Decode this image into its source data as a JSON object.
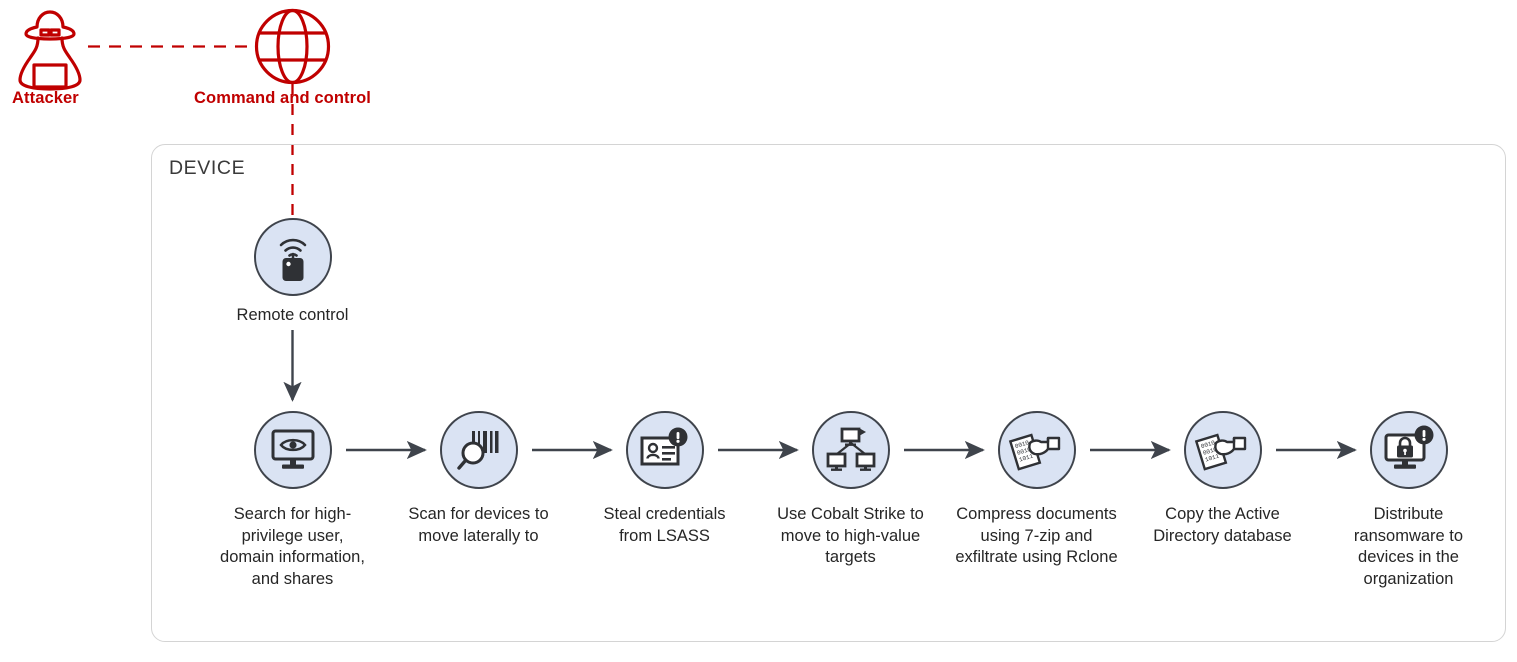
{
  "diagram": {
    "title_external": "",
    "container": {
      "label": "DEVICE"
    },
    "external_nodes": [
      {
        "id": "attacker",
        "label": "Attacker",
        "icon": "attacker-hooded-figure-icon",
        "color": "#c00000"
      },
      {
        "id": "command-and-control",
        "label": "Command and control",
        "icon": "globe-icon",
        "color": "#c00000"
      }
    ],
    "entry_node": {
      "id": "remote-control",
      "label": "Remote control",
      "icon": "remote-control-wifi-icon"
    },
    "steps": [
      {
        "id": "search-high-privilege",
        "label": "Search for high-privilege user, domain information, and shares",
        "icon": "monitor-eye-icon"
      },
      {
        "id": "scan-devices",
        "label": "Scan for devices to move laterally to",
        "icon": "magnifier-barcode-icon"
      },
      {
        "id": "steal-credentials",
        "label": "Steal credentials from LSASS",
        "icon": "id-card-alert-icon"
      },
      {
        "id": "cobalt-strike",
        "label": "Use Cobalt Strike to move to high-value targets",
        "icon": "network-monitors-icon"
      },
      {
        "id": "compress-exfiltrate",
        "label": "Compress documents using 7-zip and exfiltrate using Rclone",
        "icon": "hand-grabbing-documents-icon"
      },
      {
        "id": "copy-active-directory",
        "label": "Copy the Active Directory database",
        "icon": "hand-grabbing-documents-icon"
      },
      {
        "id": "distribute-ransomware",
        "label": "Distribute ransomware to devices in the organization",
        "icon": "monitor-lock-alert-icon"
      }
    ],
    "connectors": [
      {
        "from": "attacker",
        "to": "command-and-control",
        "style": "dashed",
        "color": "#c00000",
        "direction": "none"
      },
      {
        "from": "command-and-control",
        "to": "remote-control",
        "style": "dashed",
        "color": "#c00000",
        "direction": "none"
      },
      {
        "from": "remote-control",
        "to": "search-high-privilege",
        "style": "solid",
        "color": "#3f444c",
        "direction": "down"
      },
      {
        "from": "search-high-privilege",
        "to": "scan-devices",
        "style": "solid",
        "color": "#3f444c",
        "direction": "right"
      },
      {
        "from": "scan-devices",
        "to": "steal-credentials",
        "style": "solid",
        "color": "#3f444c",
        "direction": "right"
      },
      {
        "from": "steal-credentials",
        "to": "cobalt-strike",
        "style": "solid",
        "color": "#3f444c",
        "direction": "right"
      },
      {
        "from": "cobalt-strike",
        "to": "compress-exfiltrate",
        "style": "solid",
        "color": "#3f444c",
        "direction": "right"
      },
      {
        "from": "compress-exfiltrate",
        "to": "copy-active-directory",
        "style": "solid",
        "color": "#3f444c",
        "direction": "right"
      },
      {
        "from": "copy-active-directory",
        "to": "distribute-ransomware",
        "style": "solid",
        "color": "#3f444c",
        "direction": "right"
      }
    ],
    "colors": {
      "accent_red": "#c00000",
      "bubble_fill": "#dae3f3",
      "bubble_stroke": "#3f444c",
      "icon_dark": "#2f3135",
      "text": "#262626",
      "container_border": "#d4d4d4"
    }
  }
}
